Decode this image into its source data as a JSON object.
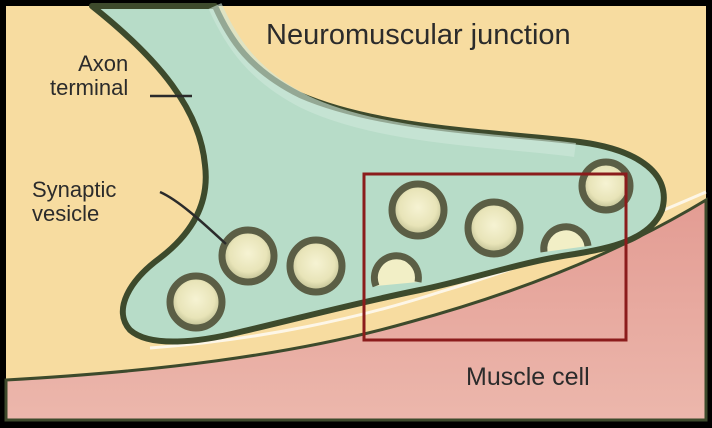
{
  "diagram": {
    "title": "Neuromuscular junction",
    "labels": {
      "axon_terminal": [
        "Axon",
        "terminal"
      ],
      "synaptic_vesicle": [
        "Synaptic",
        "vesicle"
      ],
      "muscle_cell": "Muscle cell"
    },
    "colors": {
      "background": "#f7dca0",
      "axon_fill": "#b7dcc8",
      "axon_outline": "#3d4a2c",
      "muscle_fill": "#e8a9a0",
      "vesicle_ring": "#5b5e45",
      "vesicle_core": "#f2efc6",
      "highlight_box": "#8b1c1c",
      "label_text": "#2b2b2b"
    }
  }
}
